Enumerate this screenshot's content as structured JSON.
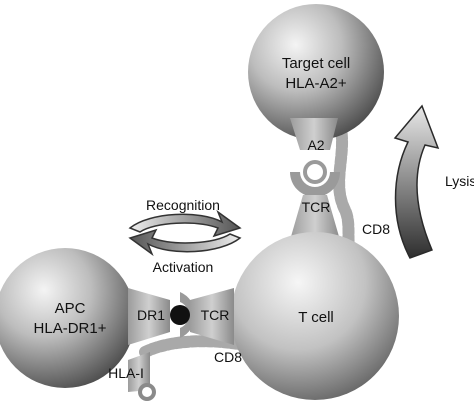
{
  "labels": {
    "target_line1": "Target cell",
    "target_line2": "HLA-A2+",
    "a2": "A2",
    "tcr_top": "TCR",
    "cd8_top": "CD8",
    "lysis": "Lysis",
    "recognition": "Recognition",
    "activation": "Activation",
    "apc_line1": "APC",
    "apc_line2": "HLA-DR1+",
    "dr1": "DR1",
    "tcr_mid": "TCR",
    "tcell": "T cell",
    "cd8_bottom": "CD8",
    "hla1": "HLA-I"
  },
  "colors": {
    "cell_light": "#f2f2f2",
    "cell_mid": "#b4b4b4",
    "cell_dark": "#5a5a5a",
    "arrow_light": "#e6e6e6",
    "arrow_dark": "#3c3c3c",
    "molecule": "#9a9a9a",
    "ligand": "#111111"
  }
}
